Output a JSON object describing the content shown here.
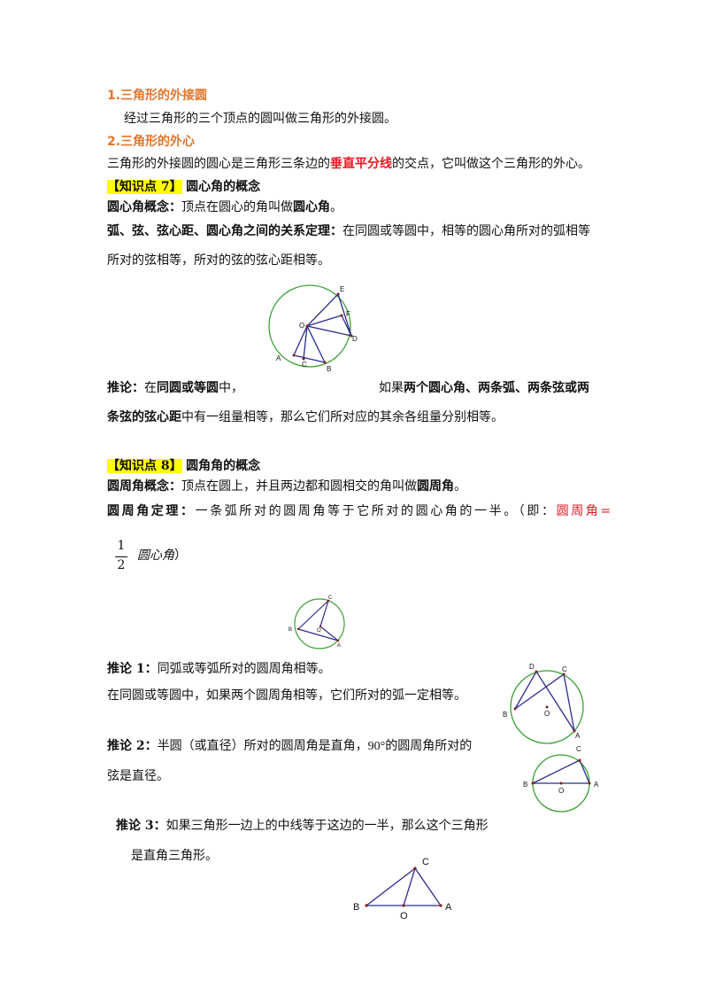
{
  "sec1": {
    "title": "1.三角形的外接圆",
    "body": "经过三角形的三个顶点的圆叫做三角形的外接圆。"
  },
  "sec2": {
    "title": "2.三角形的外心",
    "body_before": "三角形的外接圆的圆心是三角形三条边的",
    "body_red": "垂直平分线",
    "body_after": "的交点，它叫做这个三角形的外心。"
  },
  "k7": {
    "tag": "【知识点 7】",
    "title": "圆心角的概念",
    "def_label": "圆心角概念：",
    "def_text": "顶点在圆心的角叫做",
    "def_bold": "圆心角",
    "def_end": "。",
    "thm_label": "弧、弦、弦心距、圆心角之间的关系定理：",
    "thm_text1": "在同圆或等圆中，相等的圆心角所对的弧相等",
    "thm_text2": "所对的弦相等，所对的弦的弦心距相等。",
    "cor_label": "推论：",
    "cor_t1": "在",
    "cor_b1": "同圆或等圆",
    "cor_t2": "中，",
    "cor_t3": "如果",
    "cor_b2": "两个圆心角、两条弧、两条弦或两",
    "cor_b3": "条弦的弦心距",
    "cor_t4": "中有一组量相等，那么它们所对应的其余各组量分别相等。",
    "fig_labels": {
      "E": "E",
      "F": "F",
      "O": "O",
      "D": "D",
      "A": "A",
      "C": "C",
      "B": "B"
    }
  },
  "k8": {
    "tag": "【知识点 8】",
    "title": "圆角角的概念",
    "def_label": "圆周角概念：",
    "def_text": "顶点在圆上，并且两边都和圆相交的角叫做",
    "def_bold": "圆周角",
    "def_end": "。",
    "thm_label": "圆周角定理：",
    "thm_text": "一条弧所对的圆周角等于它所对的圆心角的一半。（即：",
    "thm_red": "圆周角=",
    "frac_num": "1",
    "frac_den": "2",
    "frac_tail": "圆心角",
    "frac_close": "）",
    "fig1_labels": {
      "C": "C",
      "B": "B",
      "O": "O",
      "A": "A"
    },
    "cor1_label": "推论 1：",
    "cor1_text": "同弧或等弧所对的圆周角相等。",
    "cor1_text2": "在同圆或等圆中，如果两个圆周角相等，它们所对的弧一定相等。",
    "fig2_labels": {
      "D": "D",
      "C": "C",
      "B": "B",
      "O": "O",
      "A": "A"
    },
    "cor2_label": "推论 2：",
    "cor2_text": "半圆（或直径）所对的圆周角是直角，",
    "cor2_num": "90°",
    "cor2_text_b": "的圆周角所对的",
    "cor2_text2": "弦是直径。",
    "fig3_labels": {
      "C": "C",
      "B": "B",
      "O": "O",
      "A": "A"
    },
    "cor3_label": "推论 3：",
    "cor3_text": "如果三角形一边上的中线等于这边的一半，那么这个三角形",
    "cor3_text2": "是直角三角形。",
    "fig4_labels": {
      "C": "C",
      "B": "B",
      "O": "O",
      "A": "A"
    }
  },
  "colors": {
    "orange": "#e4752b",
    "red": "#e8171f",
    "highlight": "#ffff00",
    "circle": "#3aa135",
    "line": "#2b2b8f",
    "point": "#8b1a1a"
  }
}
